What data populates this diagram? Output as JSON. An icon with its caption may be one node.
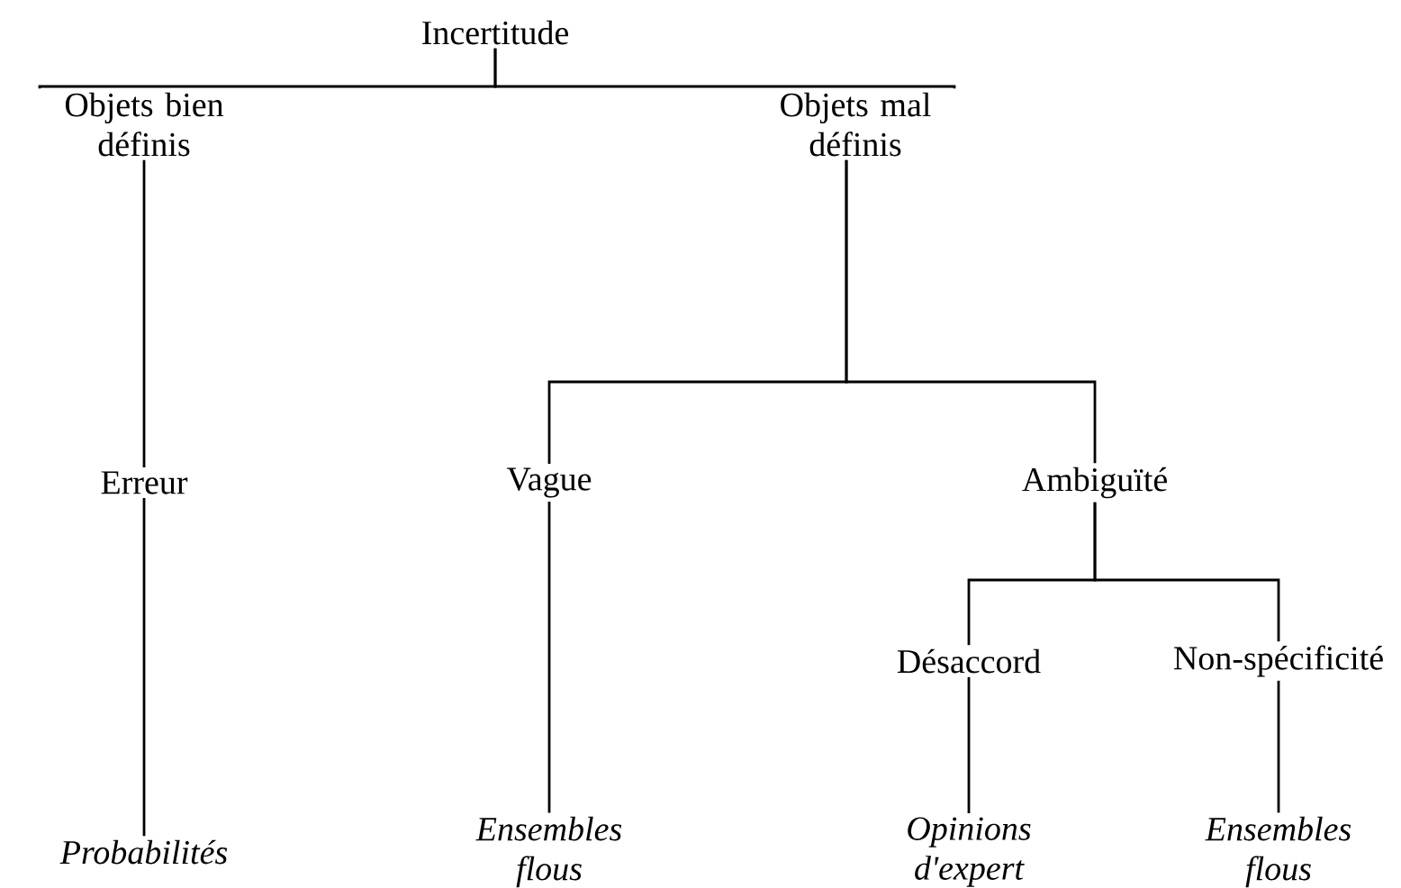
{
  "diagram": {
    "nodes": [
      {
        "text": [
          "Incertitude"
        ]
      },
      {
        "text": [
          "Objets bien définis"
        ]
      },
      {
        "text": [
          "Objets mal définis"
        ]
      },
      {
        "text": [
          "Erreur"
        ]
      },
      {
        "text": [
          "Vague"
        ]
      },
      {
        "text": [
          "Ambiguïté"
        ]
      },
      {
        "text": [
          "Désaccord"
        ]
      },
      {
        "text": [
          "Non-spécificité"
        ]
      },
      {
        "text": [
          "Probabilités"
        ]
      },
      {
        "text": [
          "Ensembles flous"
        ]
      },
      {
        "text": [
          "Opinions d'expert"
        ]
      },
      {
        "text": [
          "Ensembles flous"
        ]
      }
    ],
    "edges": [
      {
        "from": 0,
        "to": 1,
        "arrow": "none"
      },
      {
        "from": 0,
        "to": 2,
        "arrow": "none"
      },
      {
        "from": 1,
        "to": 3,
        "arrow": "none"
      },
      {
        "from": 2,
        "to": 4,
        "arrow": "none"
      },
      {
        "from": 2,
        "to": 5,
        "arrow": "none"
      },
      {
        "from": 3,
        "to": 8,
        "arrow": "none"
      },
      {
        "from": 4,
        "to": 9,
        "arrow": "none"
      },
      {
        "from": 5,
        "to": 6,
        "arrow": "none"
      },
      {
        "from": 5,
        "to": 7,
        "arrow": "none"
      },
      {
        "from": 6,
        "to": 10,
        "arrow": "none"
      },
      {
        "from": 7,
        "to": 11,
        "arrow": "none"
      }
    ]
  }
}
